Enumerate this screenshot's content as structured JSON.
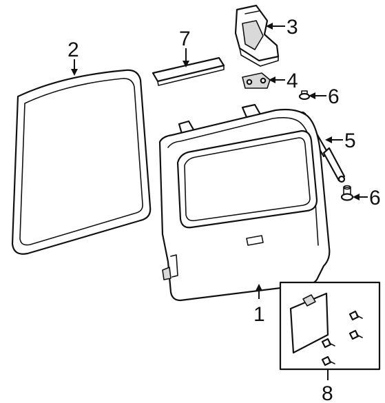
{
  "callouts": {
    "c1": "1",
    "c2": "2",
    "c3": "3",
    "c4": "4",
    "c5": "5",
    "c6a": "6",
    "c6b": "6",
    "c7": "7",
    "c8": "8"
  },
  "colors": {
    "line": "#111111",
    "fill": "#ffffff",
    "shade": "#d9d9d9"
  }
}
